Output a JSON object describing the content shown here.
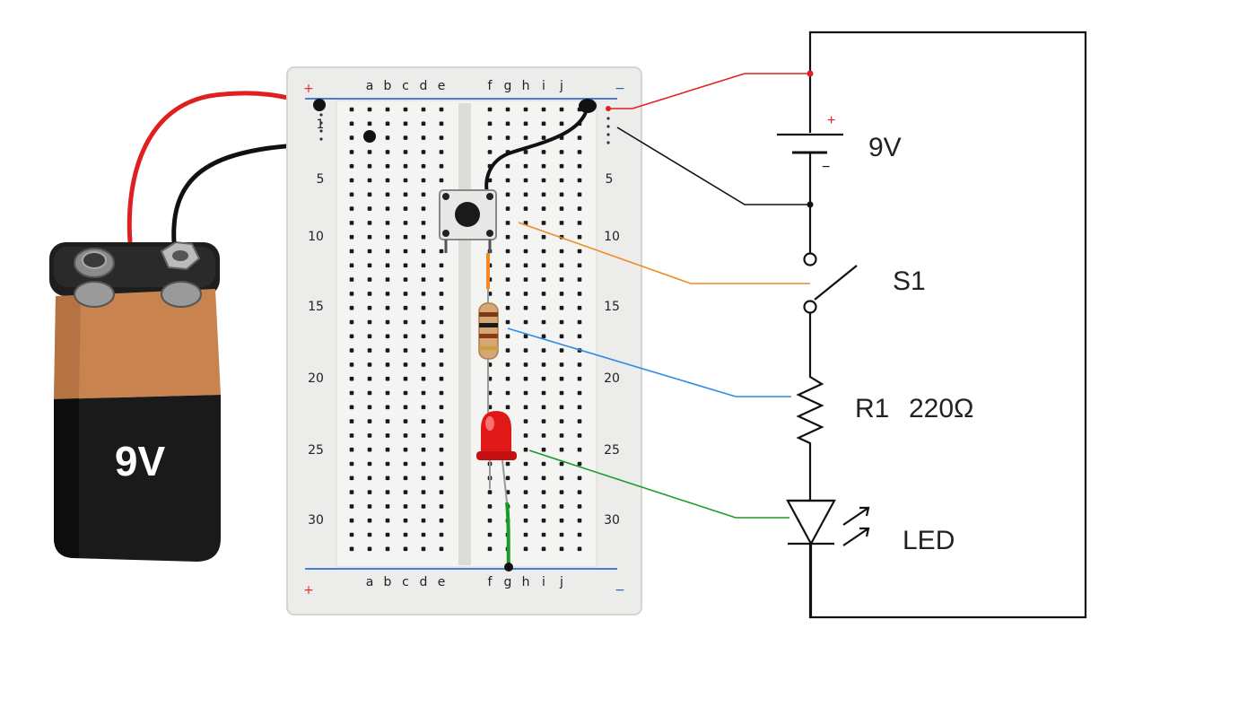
{
  "battery": {
    "label": "9V",
    "colors": {
      "top": "#c9824a",
      "body": "#1b1b1b",
      "cap": "#222222"
    }
  },
  "breadboard": {
    "plus_symbol": "+",
    "minus_symbol": "−",
    "columns_left": [
      "a",
      "b",
      "c",
      "d",
      "e"
    ],
    "columns_right": [
      "f",
      "g",
      "h",
      "i",
      "j"
    ],
    "row_markers": [
      "1",
      "5",
      "10",
      "15",
      "20",
      "25",
      "30"
    ]
  },
  "schematic": {
    "battery_label": "9V",
    "battery_plus": "+",
    "battery_minus": "−",
    "switch_label": "S1",
    "resistor_label": "R1",
    "resistor_value": "220Ω",
    "led_label": "LED"
  },
  "colors": {
    "wire_red": "#e02020",
    "wire_black": "#111111",
    "leader_orange": "#f08a24",
    "leader_blue": "#2f8ae6",
    "leader_green": "#1a9a2a",
    "rail_blue": "#4a7fd0",
    "rail_red": "#e03030",
    "led_red": "#e01818"
  }
}
